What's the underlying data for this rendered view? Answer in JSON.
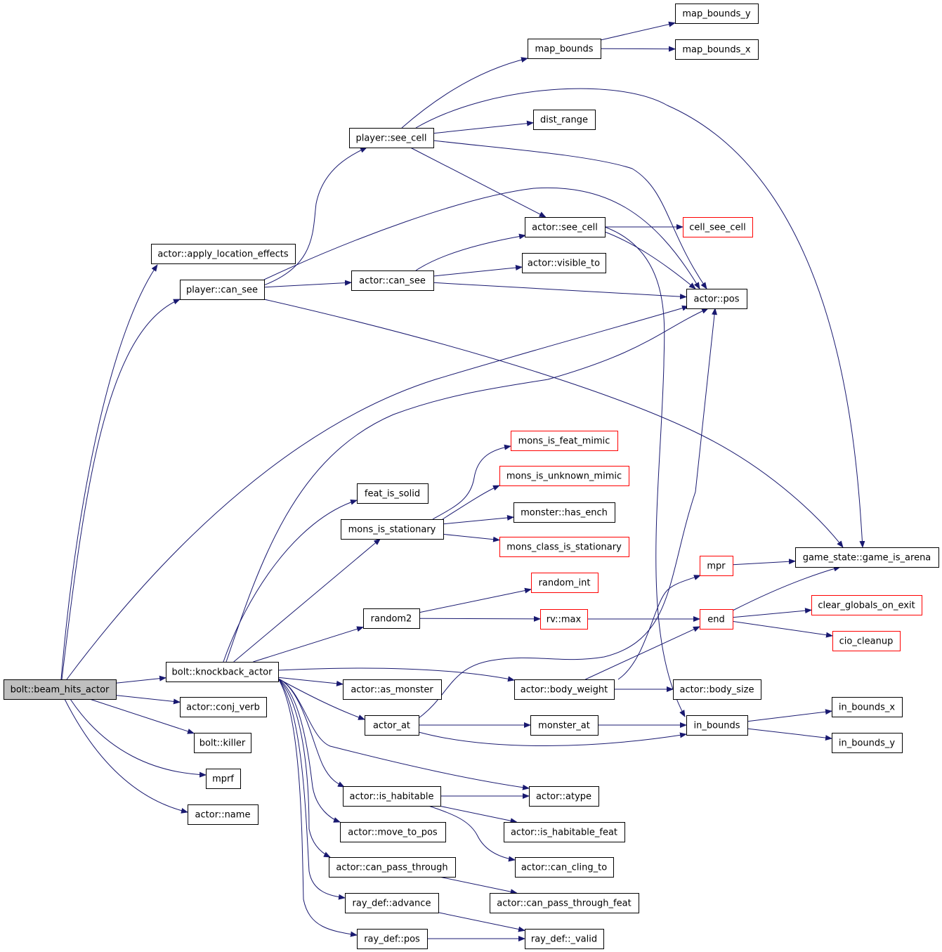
{
  "colors": {
    "edge": "#191970",
    "node_fill": "#ffffff",
    "root_fill": "#bfbfbf",
    "border_normal": "#000000",
    "border_truncated": "#ff0000"
  },
  "nodes": [
    {
      "id": "bolt_beam_hits_actor",
      "label": "bolt::beam_hits_actor",
      "style": "root"
    },
    {
      "id": "actor_apply_location_effects",
      "label": "actor::apply_location_effects",
      "style": "normal"
    },
    {
      "id": "player_can_see",
      "label": "player::can_see",
      "style": "normal"
    },
    {
      "id": "bolt_knockback_actor",
      "label": "bolt::knockback_actor",
      "style": "normal"
    },
    {
      "id": "actor_conj_verb",
      "label": "actor::conj_verb",
      "style": "normal"
    },
    {
      "id": "bolt_killer",
      "label": "bolt::killer",
      "style": "normal"
    },
    {
      "id": "mprf",
      "label": "mprf",
      "style": "normal"
    },
    {
      "id": "actor_name",
      "label": "actor::name",
      "style": "normal"
    },
    {
      "id": "player_see_cell",
      "label": "player::see_cell",
      "style": "normal"
    },
    {
      "id": "actor_can_see",
      "label": "actor::can_see",
      "style": "normal"
    },
    {
      "id": "map_bounds",
      "label": "map_bounds",
      "style": "normal"
    },
    {
      "id": "map_bounds_y",
      "label": "map_bounds_y",
      "style": "normal"
    },
    {
      "id": "map_bounds_x",
      "label": "map_bounds_x",
      "style": "normal"
    },
    {
      "id": "dist_range",
      "label": "dist_range",
      "style": "normal"
    },
    {
      "id": "actor_see_cell",
      "label": "actor::see_cell",
      "style": "normal"
    },
    {
      "id": "cell_see_cell",
      "label": "cell_see_cell",
      "style": "truncated"
    },
    {
      "id": "actor_visible_to",
      "label": "actor::visible_to",
      "style": "normal"
    },
    {
      "id": "actor_pos",
      "label": "actor::pos",
      "style": "normal"
    },
    {
      "id": "game_is_arena",
      "label": "game_state::game_is_arena",
      "style": "normal"
    },
    {
      "id": "mons_is_feat_mimic",
      "label": "mons_is_feat_mimic",
      "style": "truncated"
    },
    {
      "id": "mons_is_unknown_mimic",
      "label": "mons_is_unknown_mimic",
      "style": "truncated"
    },
    {
      "id": "feat_is_solid",
      "label": "feat_is_solid",
      "style": "normal"
    },
    {
      "id": "monster_has_ench",
      "label": "monster::has_ench",
      "style": "normal"
    },
    {
      "id": "mons_is_stationary",
      "label": "mons_is_stationary",
      "style": "normal"
    },
    {
      "id": "mons_class_is_stationary",
      "label": "mons_class_is_stationary",
      "style": "truncated"
    },
    {
      "id": "mpr",
      "label": "mpr",
      "style": "truncated"
    },
    {
      "id": "random_int",
      "label": "random_int",
      "style": "truncated"
    },
    {
      "id": "random2",
      "label": "random2",
      "style": "normal"
    },
    {
      "id": "rv_max",
      "label": "rv::max",
      "style": "truncated"
    },
    {
      "id": "end",
      "label": "end",
      "style": "truncated"
    },
    {
      "id": "clear_globals_on_exit",
      "label": "clear_globals_on_exit",
      "style": "truncated"
    },
    {
      "id": "cio_cleanup",
      "label": "cio_cleanup",
      "style": "truncated"
    },
    {
      "id": "actor_as_monster",
      "label": "actor::as_monster",
      "style": "normal"
    },
    {
      "id": "actor_body_weight",
      "label": "actor::body_weight",
      "style": "normal"
    },
    {
      "id": "actor_body_size",
      "label": "actor::body_size",
      "style": "normal"
    },
    {
      "id": "in_bounds_x",
      "label": "in_bounds_x",
      "style": "normal"
    },
    {
      "id": "actor_at",
      "label": "actor_at",
      "style": "normal"
    },
    {
      "id": "monster_at",
      "label": "monster_at",
      "style": "normal"
    },
    {
      "id": "in_bounds",
      "label": "in_bounds",
      "style": "normal"
    },
    {
      "id": "in_bounds_y",
      "label": "in_bounds_y",
      "style": "normal"
    },
    {
      "id": "actor_is_habitable",
      "label": "actor::is_habitable",
      "style": "normal"
    },
    {
      "id": "actor_atype",
      "label": "actor::atype",
      "style": "normal"
    },
    {
      "id": "actor_move_to_pos",
      "label": "actor::move_to_pos",
      "style": "normal"
    },
    {
      "id": "actor_is_habitable_feat",
      "label": "actor::is_habitable_feat",
      "style": "normal"
    },
    {
      "id": "actor_can_pass_through",
      "label": "actor::can_pass_through",
      "style": "normal"
    },
    {
      "id": "actor_can_cling_to",
      "label": "actor::can_cling_to",
      "style": "normal"
    },
    {
      "id": "ray_def_advance",
      "label": "ray_def::advance",
      "style": "normal"
    },
    {
      "id": "actor_can_pass_through_feat",
      "label": "actor::can_pass_through_feat",
      "style": "normal"
    },
    {
      "id": "ray_def_pos",
      "label": "ray_def::pos",
      "style": "normal"
    },
    {
      "id": "ray_def_valid",
      "label": "ray_def::_valid",
      "style": "normal"
    }
  ],
  "edges": [
    [
      "bolt_beam_hits_actor",
      "actor_apply_location_effects"
    ],
    [
      "bolt_beam_hits_actor",
      "player_can_see"
    ],
    [
      "bolt_beam_hits_actor",
      "actor_pos"
    ],
    [
      "bolt_beam_hits_actor",
      "bolt_knockback_actor"
    ],
    [
      "bolt_beam_hits_actor",
      "actor_conj_verb"
    ],
    [
      "bolt_beam_hits_actor",
      "bolt_killer"
    ],
    [
      "bolt_beam_hits_actor",
      "mprf"
    ],
    [
      "bolt_beam_hits_actor",
      "actor_name"
    ],
    [
      "player_can_see",
      "player_see_cell"
    ],
    [
      "player_can_see",
      "actor_pos"
    ],
    [
      "player_can_see",
      "actor_can_see"
    ],
    [
      "player_can_see",
      "game_is_arena"
    ],
    [
      "player_see_cell",
      "map_bounds"
    ],
    [
      "player_see_cell",
      "game_is_arena"
    ],
    [
      "player_see_cell",
      "dist_range"
    ],
    [
      "player_see_cell",
      "actor_pos"
    ],
    [
      "player_see_cell",
      "actor_see_cell"
    ],
    [
      "map_bounds",
      "map_bounds_y"
    ],
    [
      "map_bounds",
      "map_bounds_x"
    ],
    [
      "actor_see_cell",
      "cell_see_cell"
    ],
    [
      "actor_see_cell",
      "actor_pos"
    ],
    [
      "actor_see_cell",
      "in_bounds"
    ],
    [
      "actor_can_see",
      "actor_see_cell"
    ],
    [
      "actor_can_see",
      "actor_visible_to"
    ],
    [
      "actor_can_see",
      "actor_pos"
    ],
    [
      "bolt_knockback_actor",
      "actor_pos"
    ],
    [
      "bolt_knockback_actor",
      "feat_is_solid"
    ],
    [
      "bolt_knockback_actor",
      "mons_is_stationary"
    ],
    [
      "bolt_knockback_actor",
      "random2"
    ],
    [
      "bolt_knockback_actor",
      "actor_body_weight"
    ],
    [
      "bolt_knockback_actor",
      "actor_as_monster"
    ],
    [
      "bolt_knockback_actor",
      "actor_at"
    ],
    [
      "bolt_knockback_actor",
      "actor_atype"
    ],
    [
      "bolt_knockback_actor",
      "actor_is_habitable"
    ],
    [
      "bolt_knockback_actor",
      "actor_move_to_pos"
    ],
    [
      "bolt_knockback_actor",
      "actor_can_pass_through"
    ],
    [
      "bolt_knockback_actor",
      "ray_def_advance"
    ],
    [
      "bolt_knockback_actor",
      "ray_def_pos"
    ],
    [
      "mons_is_stationary",
      "mons_is_feat_mimic"
    ],
    [
      "mons_is_stationary",
      "mons_is_unknown_mimic"
    ],
    [
      "mons_is_stationary",
      "monster_has_ench"
    ],
    [
      "mons_is_stationary",
      "mons_class_is_stationary"
    ],
    [
      "random2",
      "random_int"
    ],
    [
      "random2",
      "rv_max"
    ],
    [
      "rv_max",
      "end"
    ],
    [
      "mpr",
      "game_is_arena"
    ],
    [
      "end",
      "game_is_arena"
    ],
    [
      "end",
      "clear_globals_on_exit"
    ],
    [
      "end",
      "cio_cleanup"
    ],
    [
      "actor_body_weight",
      "mpr"
    ],
    [
      "actor_body_weight",
      "end"
    ],
    [
      "actor_body_weight",
      "actor_body_size"
    ],
    [
      "actor_at",
      "actor_pos"
    ],
    [
      "actor_at",
      "monster_at"
    ],
    [
      "actor_at",
      "in_bounds"
    ],
    [
      "monster_at",
      "in_bounds"
    ],
    [
      "in_bounds",
      "in_bounds_x"
    ],
    [
      "in_bounds",
      "in_bounds_y"
    ],
    [
      "actor_is_habitable",
      "actor_atype"
    ],
    [
      "actor_is_habitable",
      "actor_is_habitable_feat"
    ],
    [
      "actor_is_habitable",
      "actor_can_cling_to"
    ],
    [
      "actor_can_pass_through",
      "actor_can_pass_through_feat"
    ],
    [
      "ray_def_advance",
      "ray_def_valid"
    ],
    [
      "ray_def_pos",
      "ray_def_valid"
    ]
  ]
}
